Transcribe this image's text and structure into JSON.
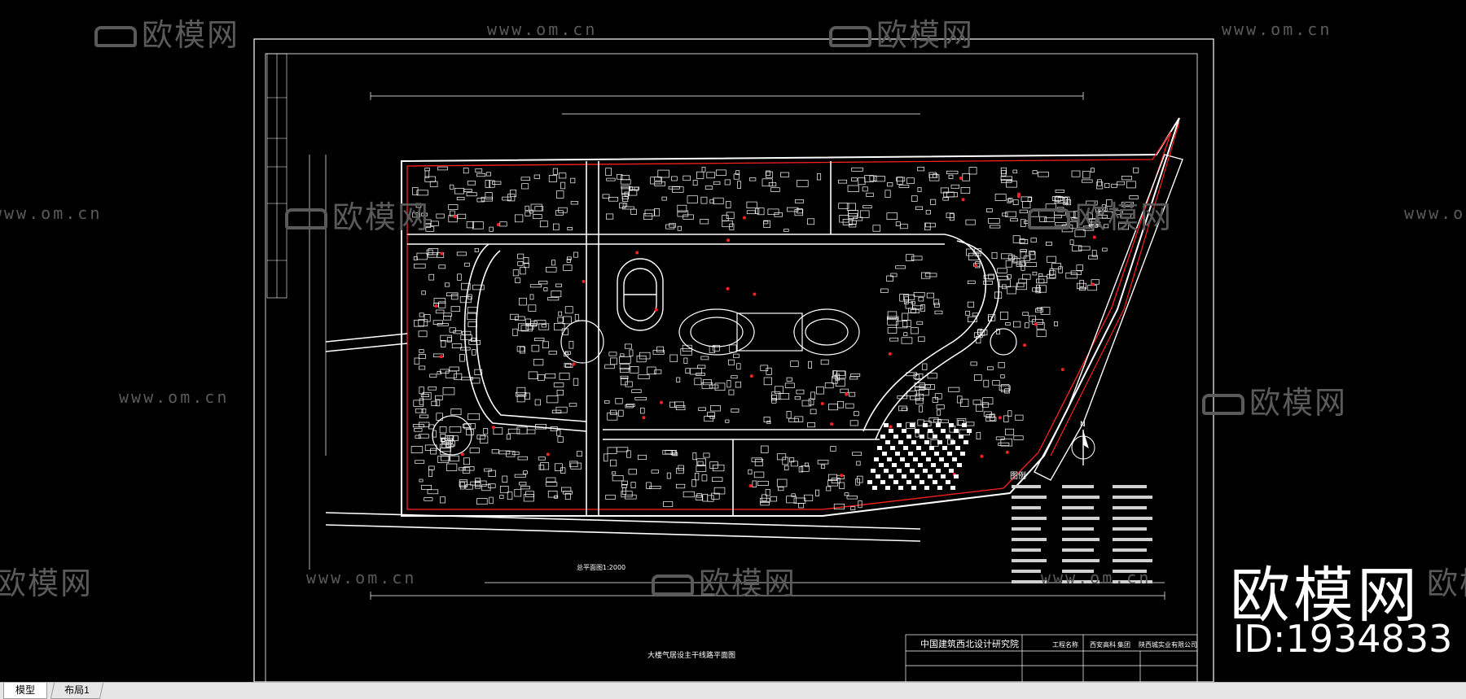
{
  "watermarks": {
    "logo_text": "欧模网",
    "url_text": "www.om.cn",
    "logos": [
      "欧模网",
      "欧模网",
      "欧模网",
      "欧模网",
      "欧模网",
      "欧模网",
      "欧模网",
      "欧模网"
    ],
    "urls": [
      "www.om.cn",
      "www.om.cn",
      "www.om.cn",
      "www.om.cn",
      "www.om.cn",
      "www.om.cn",
      "www.om.cn"
    ]
  },
  "brand": {
    "name": "欧模网",
    "id_label": "ID:1934833"
  },
  "drawing": {
    "plan_title": "大楼气居设主干线路平面图",
    "institute": "中国建筑西北设计研究院",
    "project_row": [
      "工程名称",
      "西安高科",
      "集团",
      "陕西城实业有限公司"
    ],
    "legend_heading": "图例",
    "north_label": "N",
    "dimension_label_bottom": "总平面图1:2000"
  },
  "statusbar": {
    "tab_model": "模型",
    "tab_layout": "布局1"
  },
  "colors": {
    "background": "#000000",
    "linework": "#ffffff",
    "redline": "#ff2020",
    "watermark": "#5a5a5a",
    "statusbar": "#e6e6e6"
  }
}
